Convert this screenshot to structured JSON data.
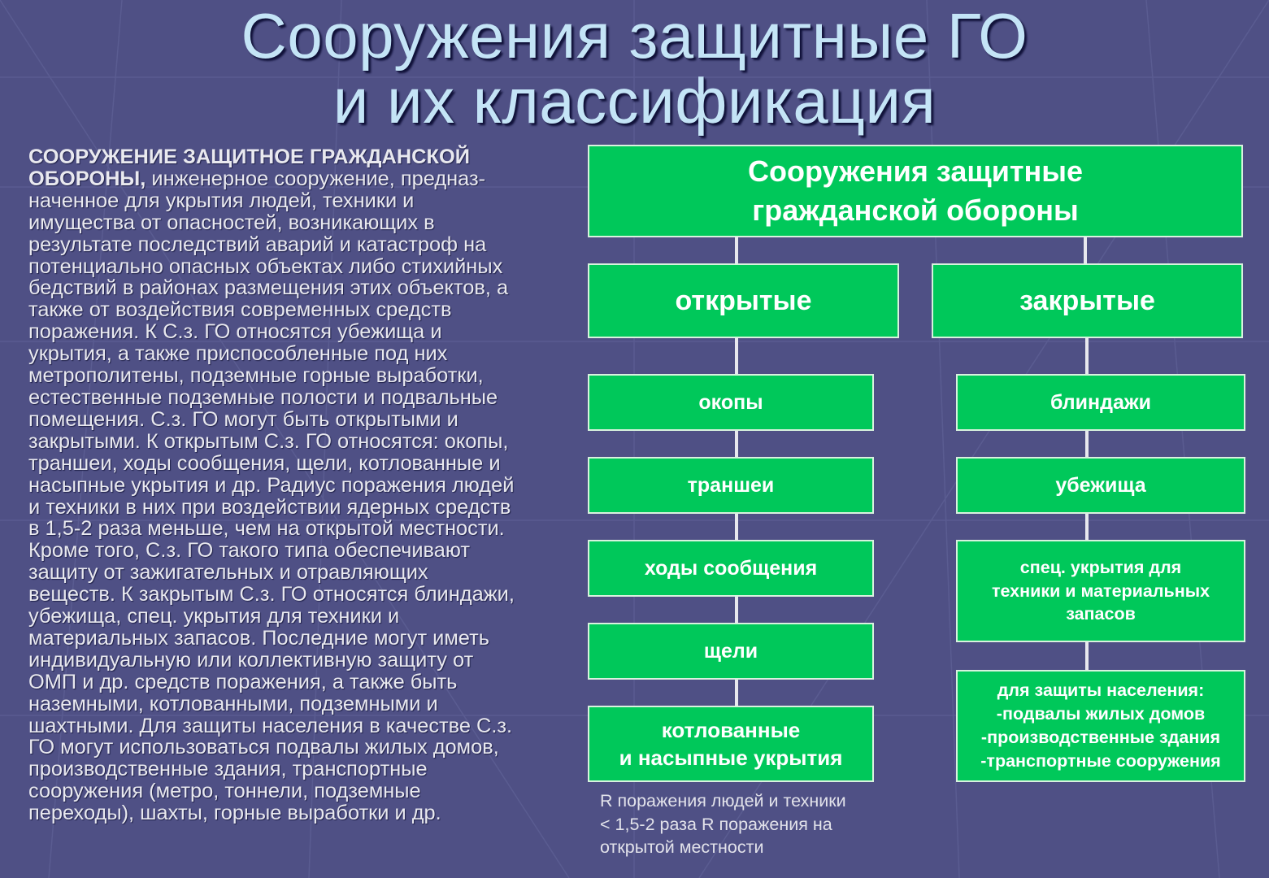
{
  "title": {
    "line1": "Сооружения защитные ГО",
    "line2": "и их классификация"
  },
  "definition": {
    "term_line1": "СООРУЖЕНИЕ ЗАЩИТНОЕ ГРАЖДАНСКОЙ",
    "term_line2": "ОБОРОНЫ,",
    "lines": [
      " инженерное сооружение, предназ-",
      "наченное для укрытия людей, техники и",
      "имущества от опасностей, возникающих в",
      "результате последствий аварий и катастроф на",
      "потенциально опасных объектах либо стихийных",
      "бедствий в районах размещения этих объектов, а",
      "также от воздействия современных средств",
      "поражения. К С.з. ГО относятся убежища и",
      "укрытия, а также приспособленные под них",
      "метрополитены, подземные горные выработки,",
      "естественные подземные полости и подвальные",
      "помещения. С.з. ГО могут быть открытыми и",
      "закрытыми. К открытым С.з. ГО относятся: окопы,",
      "траншеи, ходы сообщения, щели, котлованные и",
      "насыпные укрытия и др. Радиус поражения людей",
      "и техники в них при воздействии ядерных средств",
      "в 1,5-2 раза меньше, чем на открытой местности.",
      "Кроме того, С.з. ГО такого типа обеспечивают",
      "защиту от зажигательных и отравляющих",
      "веществ. К закрытым С.з. ГО относятся блиндажи,",
      "убежища, спец. укрытия для техники и",
      "материальных запасов. Последние могут иметь",
      "индивидуальную или коллективную защиту от",
      "ОМП и др. средств поражения, а также быть",
      "наземными, котлованными, подземными и",
      "шахтными. Для защиты населения в качестве С.з.",
      "ГО могут использоваться подвалы жилых домов,",
      "производственные здания, транспортные",
      "сооружения (метро, тоннели, подземные",
      "переходы), шахты, горные выработки и др."
    ]
  },
  "diagram": {
    "root": [
      "Сооружения защитные",
      "гражданской обороны"
    ],
    "open": {
      "label": "открытые",
      "items": [
        [
          "окопы"
        ],
        [
          "траншеи"
        ],
        [
          "ходы сообщения"
        ],
        [
          "щели"
        ],
        [
          "котлованные",
          " и насыпные укрытия"
        ]
      ]
    },
    "closed": {
      "label": "закрытые",
      "items": [
        [
          "блиндажи"
        ],
        [
          "убежища"
        ],
        [
          "спец. укрытия для",
          "техники и материальных",
          "запасов"
        ],
        [
          "для защиты населения:",
          "-подвалы жилых домов",
          "-производственные здания",
          "-транспортные сооружения"
        ]
      ]
    },
    "note": [
      "R поражения людей и техники",
      "< 1,5-2 раза R поражения на",
      "открытой местности"
    ]
  },
  "colors": {
    "background": "#4f5085",
    "box_fill": "#00c85a",
    "box_border": "#d8f2de",
    "title_text": "#c4e4f6"
  }
}
